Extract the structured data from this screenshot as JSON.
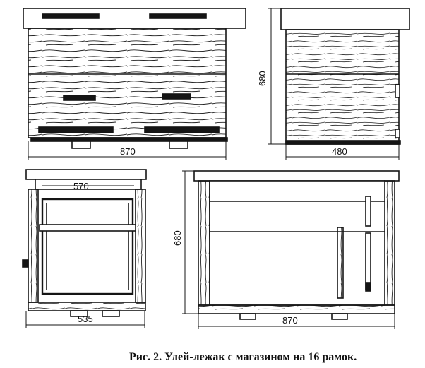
{
  "caption": "Рис. 2. Улей-лежак с магазином на 16 рамок.",
  "views": {
    "front": {
      "width_label": "870"
    },
    "side": {
      "height_label": "680",
      "width_label": "480"
    },
    "section_short": {
      "inner_label": "570",
      "width_label": "535"
    },
    "section_long": {
      "height_label": "680",
      "width_label": "870"
    }
  },
  "colors": {
    "ink": "#151515",
    "paper": "#ffffff"
  }
}
